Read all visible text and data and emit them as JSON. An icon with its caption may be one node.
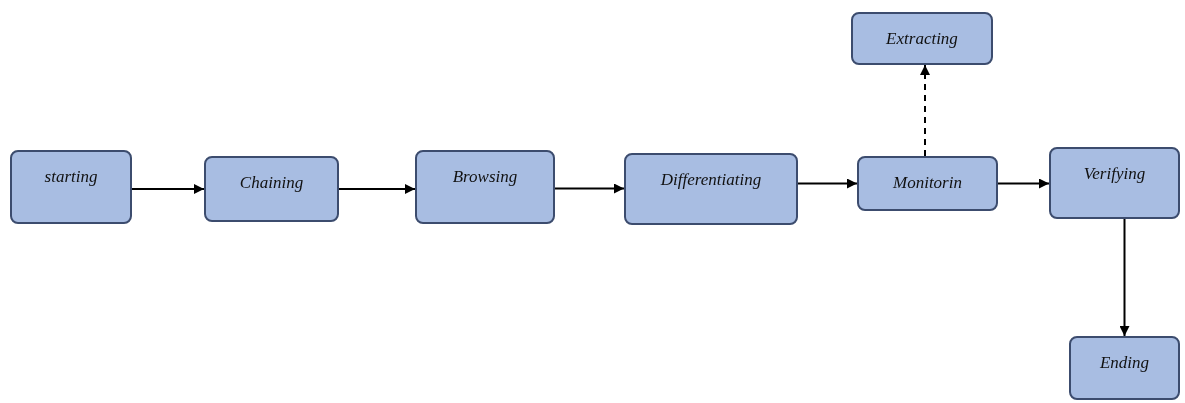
{
  "diagram": {
    "nodes": [
      {
        "text": [
          "starting"
        ]
      },
      {
        "text": [
          "Chaining"
        ]
      },
      {
        "text": [
          "Browsing"
        ]
      },
      {
        "text": [
          "Differentiating"
        ]
      },
      {
        "text": [
          "Monitorin"
        ]
      },
      {
        "text": [
          "Extracting"
        ]
      },
      {
        "text": [
          "Verifying"
        ]
      },
      {
        "text": [
          "Ending"
        ]
      }
    ],
    "edges": [
      {
        "from": 0,
        "to": 1,
        "arrow": "to"
      },
      {
        "from": 1,
        "to": 2,
        "arrow": "to"
      },
      {
        "from": 2,
        "to": 3,
        "arrow": "to"
      },
      {
        "from": 3,
        "to": 4,
        "arrow": "to"
      },
      {
        "from": 4,
        "to": 5,
        "arrow": "to",
        "style": "dashed"
      },
      {
        "from": 4,
        "to": 6,
        "arrow": "to"
      },
      {
        "from": 6,
        "to": 7,
        "arrow": "to"
      }
    ]
  }
}
